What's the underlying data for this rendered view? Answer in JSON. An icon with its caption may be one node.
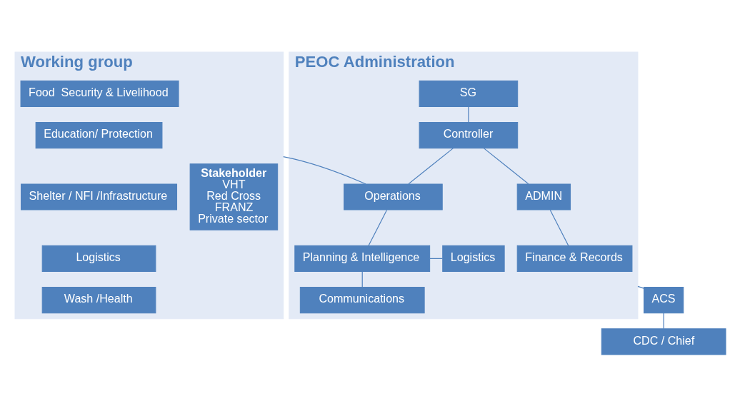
{
  "diagram": {
    "nodes": [
      {
        "text": [
          "Working group"
        ]
      },
      {
        "text": [
          "Stakeholder",
          "VHT",
          "Red Cross",
          "FRANZ",
          "Private sector"
        ],
        "in": 0
      },
      {
        "text": [
          "Food  Security & Livelihood"
        ],
        "in": 0
      },
      {
        "text": [
          "Education/ Protection"
        ],
        "in": 0
      },
      {
        "text": [
          "Shelter / NFI /Infrastructure"
        ],
        "in": 0
      },
      {
        "text": [
          "Logistics"
        ],
        "in": 0
      },
      {
        "text": [
          "Wash /Health"
        ],
        "in": 0
      },
      {
        "text": [
          "PEOC Administration"
        ]
      },
      {
        "text": [
          "SG"
        ],
        "in": 7
      },
      {
        "text": [
          "Controller"
        ],
        "in": 7
      },
      {
        "text": [
          "Operations"
        ],
        "in": 7
      },
      {
        "text": [
          "ADMIN"
        ],
        "in": 7
      },
      {
        "text": [
          "Logistics"
        ],
        "in": 7
      },
      {
        "text": [
          "Planning & Intelligence"
        ],
        "in": 7
      },
      {
        "text": [
          "Communications"
        ],
        "in": 7
      },
      {
        "text": [
          "Finance & Records"
        ],
        "in": 7
      },
      {
        "text": [
          "ACS"
        ]
      },
      {
        "text": [
          "CDC / Chief"
        ]
      }
    ],
    "edges": [
      {
        "from": 8,
        "to": 9,
        "arrow": "none"
      },
      {
        "from": 9,
        "to": 10,
        "arrow": "none"
      },
      {
        "from": 9,
        "to": 11,
        "arrow": "none"
      },
      {
        "from": 0,
        "to": 10,
        "arrow": "none"
      },
      {
        "from": 10,
        "to": 13,
        "arrow": "none"
      },
      {
        "from": 12,
        "to": 13,
        "arrow": "none"
      },
      {
        "from": 13,
        "to": 14,
        "arrow": "none"
      },
      {
        "from": 11,
        "to": 15,
        "arrow": "none"
      },
      {
        "from": 7,
        "to": 16,
        "arrow": "none"
      },
      {
        "from": 16,
        "to": 17,
        "arrow": "none"
      }
    ]
  }
}
